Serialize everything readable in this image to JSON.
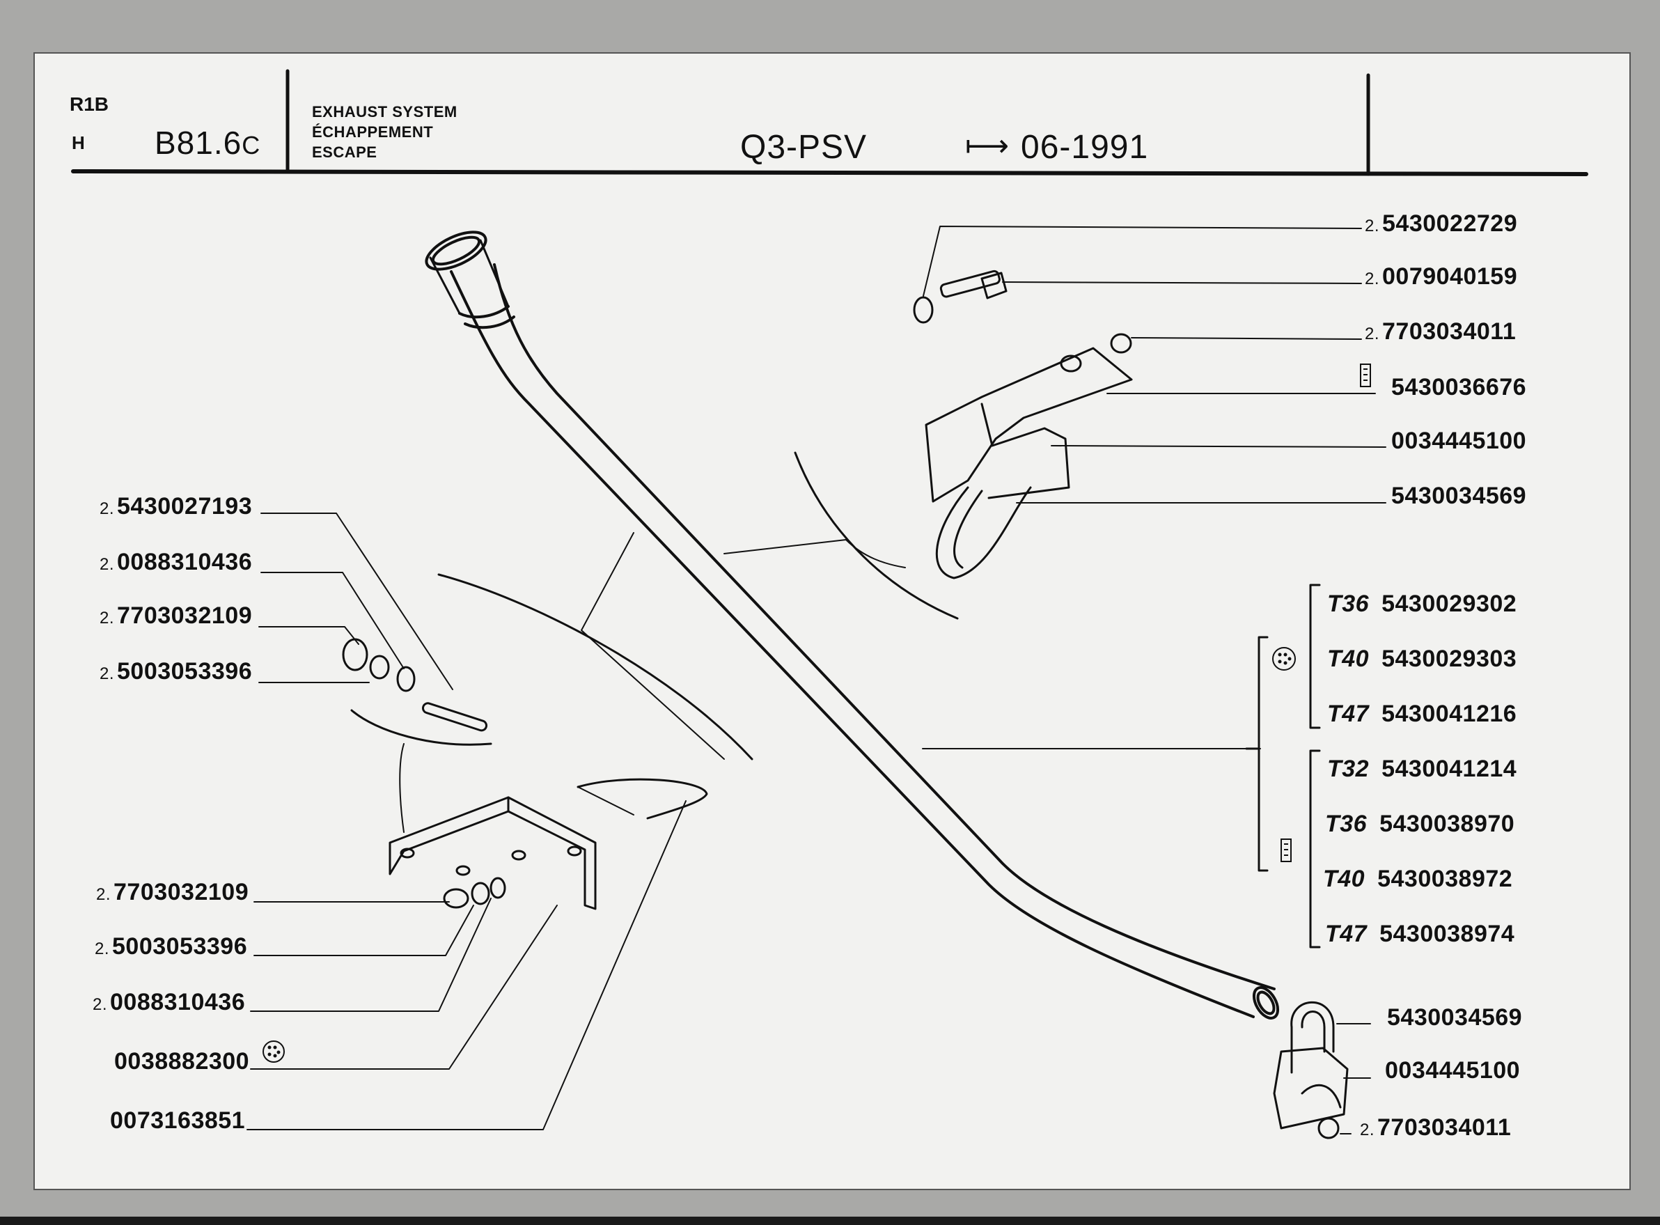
{
  "header": {
    "model": "R1B",
    "sub": "H",
    "page_ref": "B81.6",
    "page_suffix": "C",
    "category_en": "EXHAUST SYSTEM",
    "category_fr": "ÉCHAPPEMENT",
    "category_es": "ESCAPE",
    "engine": "Q3-PSV",
    "date_prefix": "⟼",
    "date": "06-1991"
  },
  "left_parts": [
    {
      "prefix": "2.",
      "number": "5430027193"
    },
    {
      "prefix": "2.",
      "number": "0088310436"
    },
    {
      "prefix": "2.",
      "number": "7703032109"
    },
    {
      "prefix": "2.",
      "number": "5003053396"
    },
    {
      "prefix": "2.",
      "number": "7703032109"
    },
    {
      "prefix": "2.",
      "number": "5003053396"
    },
    {
      "prefix": "2.",
      "number": "0088310436"
    },
    {
      "prefix": "",
      "number": "0038882300"
    },
    {
      "prefix": "",
      "number": "0073163851"
    }
  ],
  "right_top_parts": [
    {
      "prefix": "2.",
      "number": "5430022729"
    },
    {
      "prefix": "2.",
      "number": "0079040159"
    },
    {
      "prefix": "2.",
      "number": "7703034011"
    },
    {
      "prefix": "",
      "number": "5430036676"
    },
    {
      "prefix": "",
      "number": "0034445100"
    },
    {
      "prefix": "",
      "number": "5430034569"
    }
  ],
  "pipe_variants": [
    {
      "code": "T36",
      "number": "5430029302"
    },
    {
      "code": "T40",
      "number": "5430029303"
    },
    {
      "code": "T47",
      "number": "5430041216"
    },
    {
      "code": "T32",
      "number": "5430041214"
    },
    {
      "code": "T36",
      "number": "5430038970"
    },
    {
      "code": "T40",
      "number": "5430038972"
    },
    {
      "code": "T47",
      "number": "5430038974"
    }
  ],
  "right_bottom_parts": [
    {
      "prefix": "",
      "number": "5430034569"
    },
    {
      "prefix": "",
      "number": "0034445100"
    },
    {
      "prefix": "2.",
      "number": "7703034011"
    }
  ],
  "icons": [
    "dot-grid-symbol-icon",
    "vehicle-type-symbol-icon"
  ]
}
